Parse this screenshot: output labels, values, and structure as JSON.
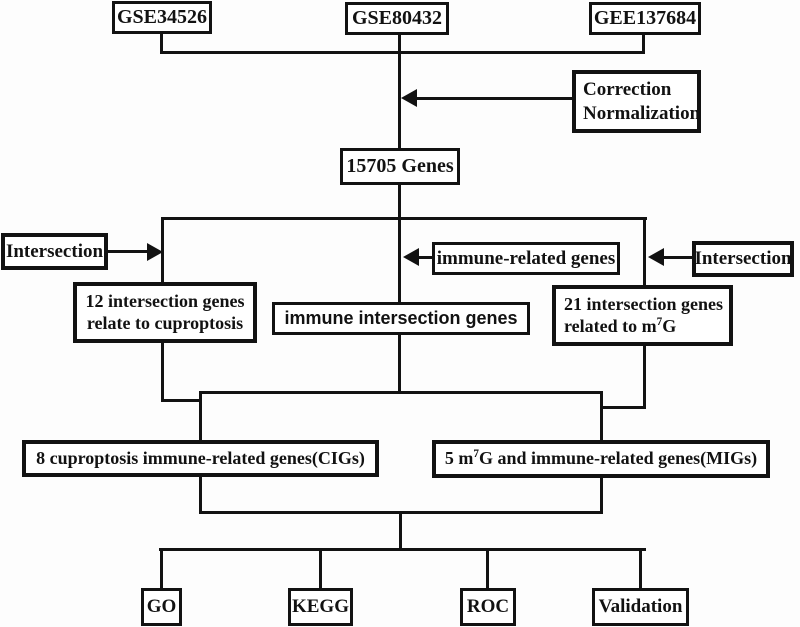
{
  "colors": {
    "line": "#121212",
    "box_border": "#121212",
    "text": "#121212",
    "background": "#fdfdfd",
    "node_bg": "#ffffff"
  },
  "top_row": {
    "gse34526": "GSE34526",
    "gse80432": "GSE80432",
    "gee137684": "GEE137684"
  },
  "preprocess": {
    "correction_line1": "Correction",
    "correction_line2": "Normalization",
    "genes": "15705 Genes"
  },
  "middle": {
    "intersection_left": "Intersection",
    "intersection_right": "Intersection",
    "immune_related": "immune-related genes",
    "cuproptosis_line1": "12 intersection genes",
    "cuproptosis_line2": "relate to cuproptosis",
    "immune_intersection": "immune intersection genes",
    "m7g_line1": "21 intersection genes",
    "m7g_line2_pre": "related to m",
    "m7g_sup": "7",
    "m7g_suffix": "G"
  },
  "results": {
    "cigs": "8 cuproptosis immune-related genes(CIGs)",
    "migs_pre": "5 m",
    "migs_sup": "7",
    "migs_suffix": "G and immune-related genes(MIGs)"
  },
  "analysis": {
    "go": "GO",
    "kegg": "KEGG",
    "roc": "ROC",
    "validation": "Validation"
  }
}
